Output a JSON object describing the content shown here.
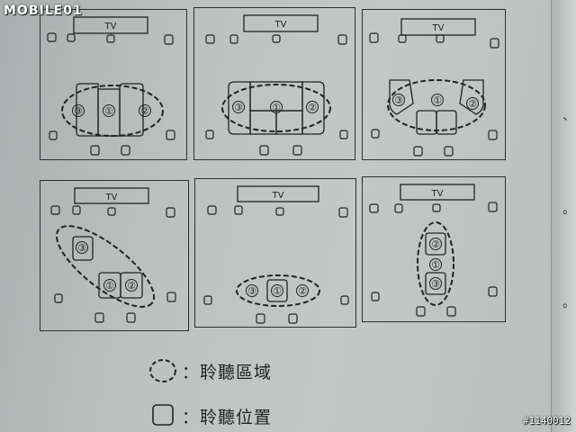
{
  "logo": {
    "text": "MOBILE01"
  },
  "watermark": {
    "text": "#1140012"
  },
  "spine_marks": [
    "、",
    "。",
    "。"
  ],
  "diagram": {
    "tv_label": "TV",
    "legend": [
      {
        "symbol": "dashed-ellipse",
        "text": "：聆聽區域"
      },
      {
        "symbol": "rounded-square",
        "text": "：聆聽位置"
      }
    ],
    "panels": [
      {
        "name": "front-row-sofa",
        "positions": [
          "③",
          "①",
          "②"
        ]
      },
      {
        "name": "wide-front-sofa",
        "positions": [
          "③",
          "①",
          "②"
        ]
      },
      {
        "name": "angled-armchairs",
        "positions": [
          "③",
          "①",
          "②"
        ]
      },
      {
        "name": "offset-diagonal",
        "positions": [
          "③",
          "①",
          "②"
        ]
      },
      {
        "name": "three-seats-in-row",
        "positions": [
          "③",
          "①",
          "②"
        ]
      },
      {
        "name": "center-column",
        "positions": [
          "②",
          "①",
          "③"
        ]
      }
    ]
  },
  "colors": {
    "ink": "#1f2222",
    "paper": "#bfc3c2"
  }
}
